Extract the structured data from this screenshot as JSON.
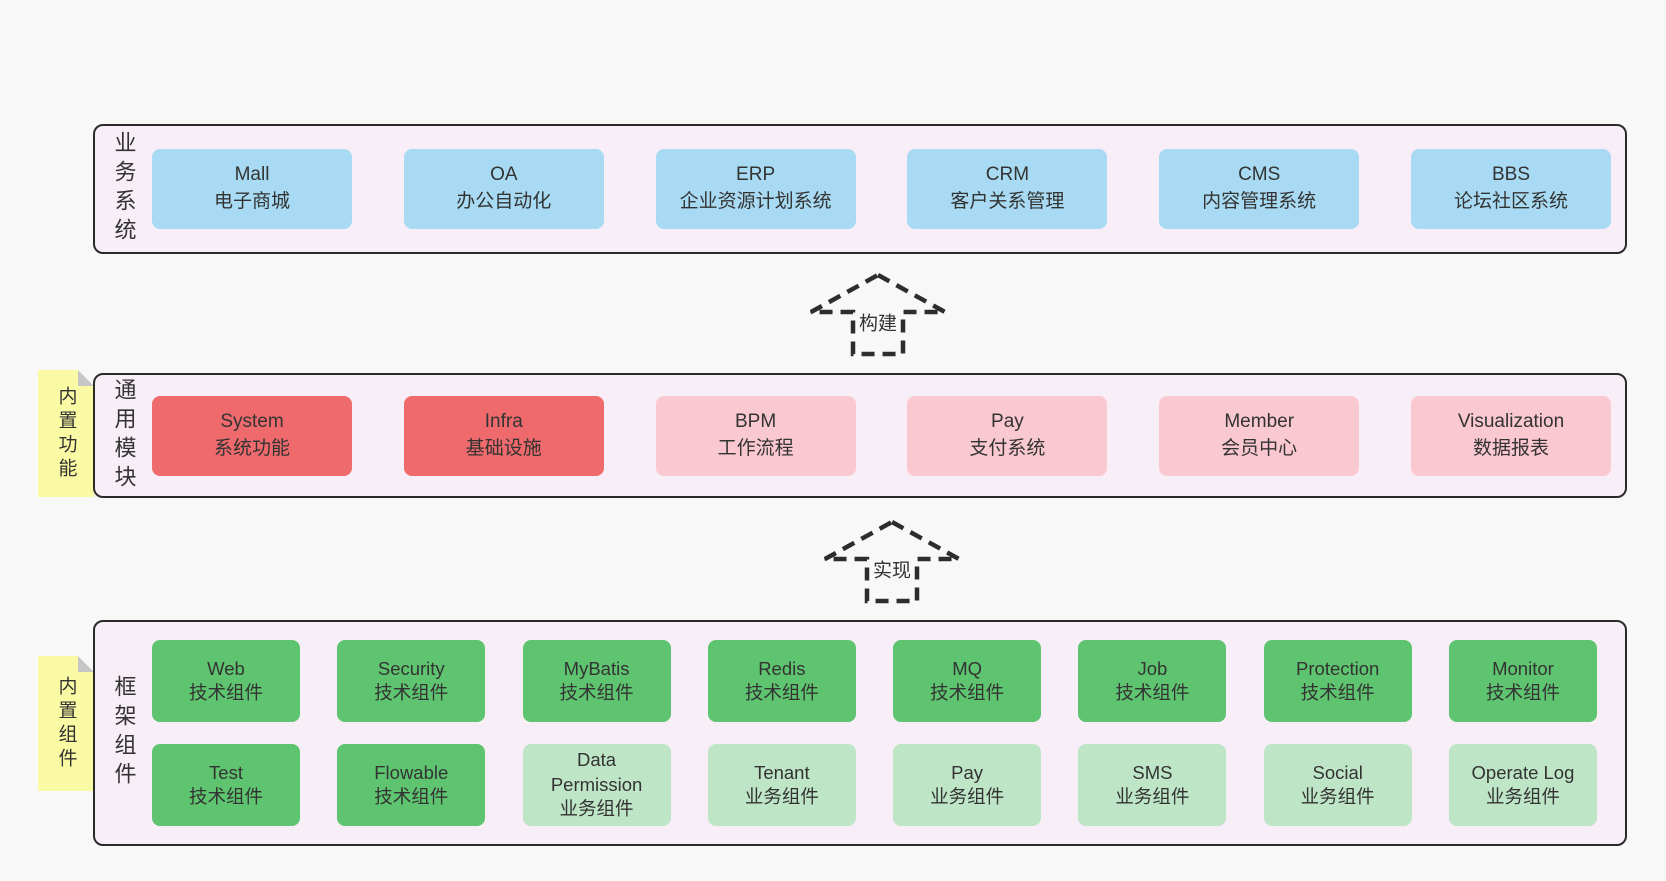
{
  "colors": {
    "page-bg": "#f8f8f8",
    "layer-bg": "#f8eef7",
    "border": "#2b2b2b",
    "text": "#333333",
    "blue": "#a8dbf3",
    "red": "#ef6a6c",
    "pink": "#fac8d1",
    "green-dark": "#5ec46f",
    "green-light": "#bfe5c7",
    "note": "#fafaa4",
    "fold": "#c6c6c6",
    "arrow": "#2d2d2d"
  },
  "layers": [
    {
      "label": "业务系统",
      "boxes": [
        {
          "title": "Mall",
          "subtitle": "电子商城"
        },
        {
          "title": "OA",
          "subtitle": "办公自动化"
        },
        {
          "title": "ERP",
          "subtitle": "企业资源计划系统"
        },
        {
          "title": "CRM",
          "subtitle": "客户关系管理"
        },
        {
          "title": "CMS",
          "subtitle": "内容管理系统"
        },
        {
          "title": "BBS",
          "subtitle": "论坛社区系统"
        }
      ]
    },
    {
      "label": "通用模块",
      "note": "内置功能",
      "boxes": [
        {
          "title": "System",
          "subtitle": "系统功能"
        },
        {
          "title": "Infra",
          "subtitle": "基础设施"
        },
        {
          "title": "BPM",
          "subtitle": "工作流程"
        },
        {
          "title": "Pay",
          "subtitle": "支付系统"
        },
        {
          "title": "Member",
          "subtitle": "会员中心"
        },
        {
          "title": "Visualization",
          "subtitle": "数据报表"
        }
      ]
    },
    {
      "label": "框架组件",
      "note": "内置组件",
      "rows": [
        [
          {
            "title": "Web",
            "subtitle": "技术组件"
          },
          {
            "title": "Security",
            "subtitle": "技术组件"
          },
          {
            "title": "MyBatis",
            "subtitle": "技术组件"
          },
          {
            "title": "Redis",
            "subtitle": "技术组件"
          },
          {
            "title": "MQ",
            "subtitle": "技术组件"
          },
          {
            "title": "Job",
            "subtitle": "技术组件"
          },
          {
            "title": "Protection",
            "subtitle": "技术组件"
          },
          {
            "title": "Monitor",
            "subtitle": "技术组件"
          }
        ],
        [
          {
            "title": "Test",
            "subtitle": "技术组件"
          },
          {
            "title": "Flowable",
            "subtitle": "技术组件"
          },
          {
            "title": "Data Permission",
            "subtitle": "业务组件"
          },
          {
            "title": "Tenant",
            "subtitle": "业务组件"
          },
          {
            "title": "Pay",
            "subtitle": "业务组件"
          },
          {
            "title": "SMS",
            "subtitle": "业务组件"
          },
          {
            "title": "Social",
            "subtitle": "业务组件"
          },
          {
            "title": "Operate Log",
            "subtitle": "业务组件"
          }
        ]
      ]
    }
  ],
  "arrows": [
    {
      "label": "构建"
    },
    {
      "label": "实现"
    }
  ]
}
